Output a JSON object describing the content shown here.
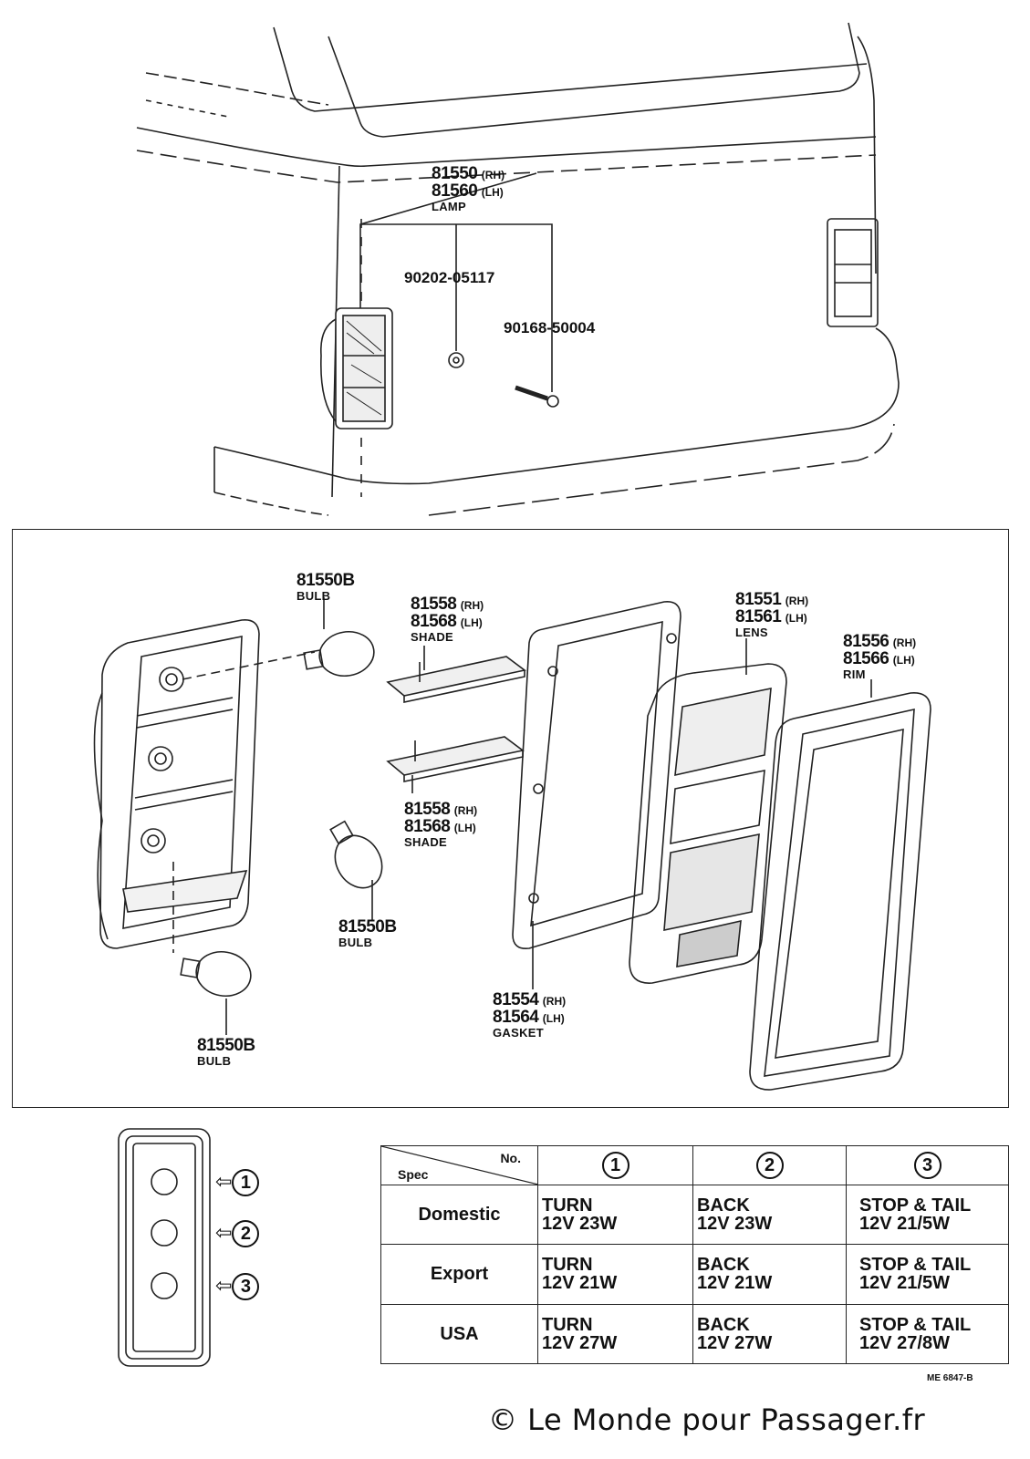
{
  "top_view": {
    "lamp": {
      "num_rh": "81550",
      "side_rh": "(RH)",
      "num_lh": "81560",
      "side_lh": "(LH)",
      "name": "LAMP"
    },
    "nut": "90202-05117",
    "screw": "90168-50004"
  },
  "exploded": {
    "bulb_top": {
      "num": "81550B",
      "name": "BULB"
    },
    "bulb_mid": {
      "num": "81550B",
      "name": "BULB"
    },
    "bulb_bottom": {
      "num": "81550B",
      "name": "BULB"
    },
    "shade_top": {
      "num_rh": "81558",
      "side_rh": "(RH)",
      "num_lh": "81568",
      "side_lh": "(LH)",
      "name": "SHADE"
    },
    "shade_bottom": {
      "num_rh": "81558",
      "side_rh": "(RH)",
      "num_lh": "81568",
      "side_lh": "(LH)",
      "name": "SHADE"
    },
    "lens": {
      "num_rh": "81551",
      "side_rh": "(RH)",
      "num_lh": "81561",
      "side_lh": "(LH)",
      "name": "LENS"
    },
    "rim": {
      "num_rh": "81556",
      "side_rh": "(RH)",
      "num_lh": "81566",
      "side_lh": "(LH)",
      "name": "RIM"
    },
    "gasket": {
      "num_rh": "81554",
      "side_rh": "(RH)",
      "num_lh": "81564",
      "side_lh": "(LH)",
      "name": "GASKET"
    }
  },
  "position_key": {
    "p1": "1",
    "p2": "2",
    "p3": "3",
    "arrow": "⇦"
  },
  "spec_table": {
    "spec_label": "Spec",
    "no_label": "No.",
    "col_headers": [
      "1",
      "2",
      "3"
    ],
    "rows": [
      {
        "name": "Domestic",
        "c1a": "TURN",
        "c1b": "12V 23W",
        "c2a": "BACK",
        "c2b": "12V 23W",
        "c3a": "STOP & TAIL",
        "c3b": "12V 21/5W"
      },
      {
        "name": "Export",
        "c1a": "TURN",
        "c1b": "12V 21W",
        "c2a": "BACK",
        "c2b": "12V 21W",
        "c3a": "STOP & TAIL",
        "c3b": "12V 21/5W"
      },
      {
        "name": "USA",
        "c1a": "TURN",
        "c1b": "12V 27W",
        "c2a": "BACK",
        "c2b": "12V 27W",
        "c3a": "STOP & TAIL",
        "c3b": "12V 27/8W"
      }
    ]
  },
  "drawing_code": "ME 6847-B",
  "copyright": "© Le Monde pour Passager.fr"
}
